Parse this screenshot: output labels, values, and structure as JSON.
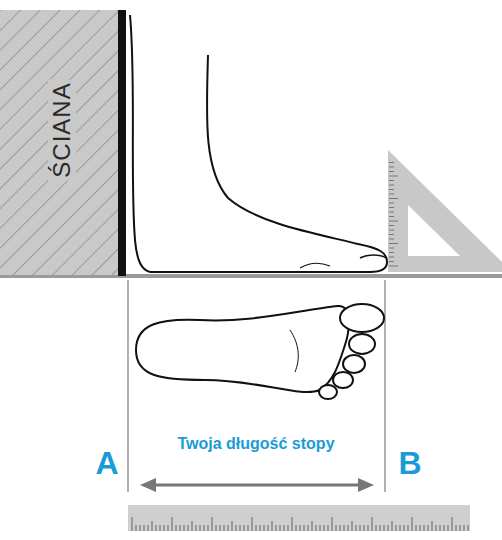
{
  "diagram": {
    "nodes": [
      {
        "text": [
          "ŚCIANA"
        ]
      }
    ],
    "labels": [
      "Twoja długość stopy",
      "A",
      "B"
    ]
  }
}
